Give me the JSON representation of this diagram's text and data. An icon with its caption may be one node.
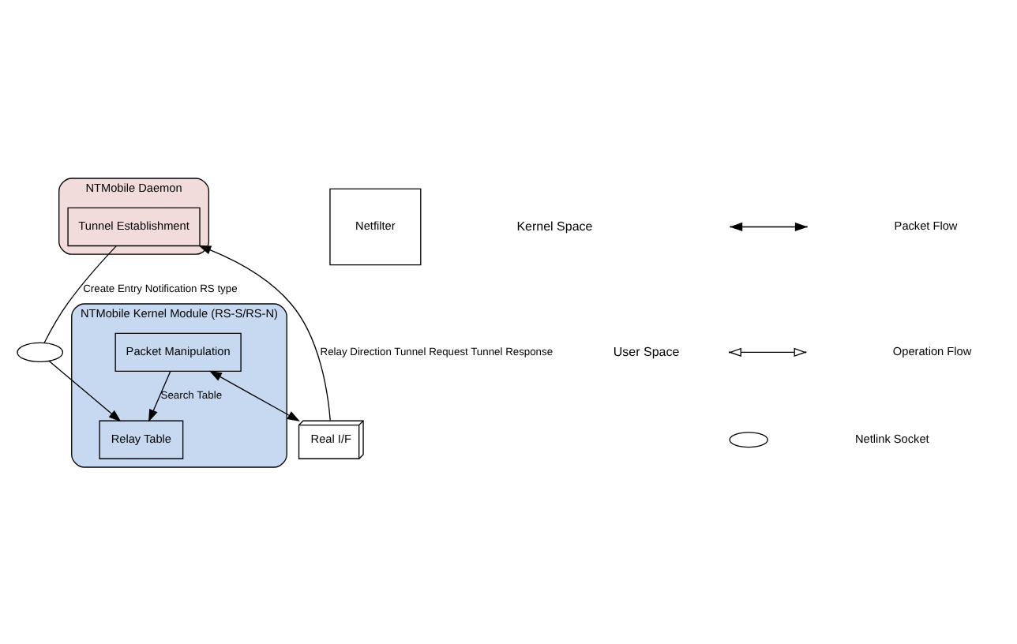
{
  "diagram": {
    "nodes": [
      {
        "text": [
          "NTMobile Daemon"
        ]
      },
      {
        "text": [
          "Tunnel Establishment"
        ],
        "in": 0
      },
      {
        "text": [],
        "shape": "ellipse"
      },
      {
        "text": [
          "NTMobile Kernel Module (RS-S/RS-N)"
        ]
      },
      {
        "text": [
          "Relay Table"
        ],
        "in": 3
      },
      {
        "text": [
          "Packet Manipulation"
        ],
        "in": 3
      },
      {
        "text": [
          "Netfilter"
        ]
      },
      {
        "text": [
          "Real I/F"
        ]
      }
    ],
    "edges": [
      {
        "from": 1,
        "to": 2,
        "arrow": "none",
        "label": "Create Entry Notification RS type"
      },
      {
        "from": 2,
        "to": 4,
        "arrow": "to"
      },
      {
        "from": 5,
        "to": 4,
        "arrow": "to",
        "label": "Search Table"
      },
      {
        "from": 7,
        "to": 1,
        "arrow": "to",
        "label": "Relay Direction Tunnel Request Tunnel Response"
      },
      {
        "from": 5,
        "to": 7,
        "arrow": "both"
      }
    ],
    "labels": [
      "User Space",
      "Kernel Space"
    ],
    "legend": [
      {
        "text": "Packet Flow"
      },
      {
        "text": "Operation Flow"
      },
      {
        "text": "Netlink Socket"
      }
    ]
  }
}
